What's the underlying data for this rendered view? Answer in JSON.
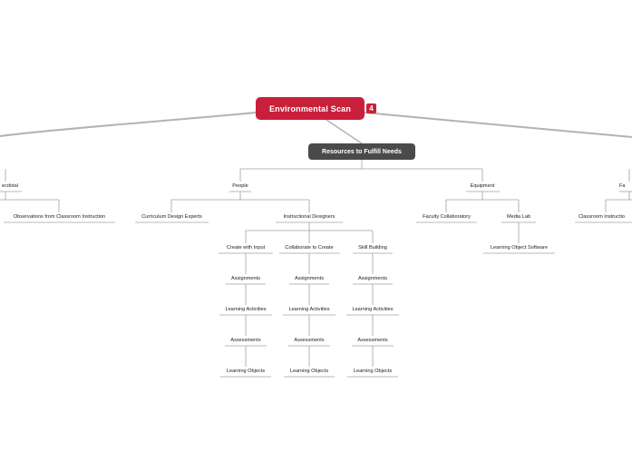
{
  "root": {
    "title": "Environmental Scan",
    "badge": "4"
  },
  "hub": {
    "title": "Resources to Fulfill Needs"
  },
  "left_branch": {
    "anecdotal": "ecdotal",
    "observations": "Observations from Classroom Instruction"
  },
  "people": {
    "label": "People",
    "curriculum": "Curriculum Design Experts",
    "instructional": "Instructional Designers",
    "columns": [
      {
        "head": "Create with Input",
        "a": "Assignments",
        "b": "Learning Activities",
        "c": "Assessments",
        "d": "Learning Objects"
      },
      {
        "head": "Collaborate to Create",
        "a": "Assignments",
        "b": "Learning Activities",
        "c": "Assessments",
        "d": "Learning Objects"
      },
      {
        "head": "Skill Building",
        "a": "Assignments",
        "b": "Learning Activities",
        "c": "Assessments",
        "d": "Learning Objects"
      }
    ]
  },
  "equipment": {
    "label": "Equipment",
    "faculty": "Faculty Collaboratory",
    "media": "Media Lab",
    "software": "Learning Object Software"
  },
  "right_branch": {
    "fa": "Fa",
    "classroom": "Classroom Instructio"
  },
  "colors": {
    "root": "#c8203a",
    "hub": "#4a4a4a",
    "line": "#a0a0a0"
  }
}
